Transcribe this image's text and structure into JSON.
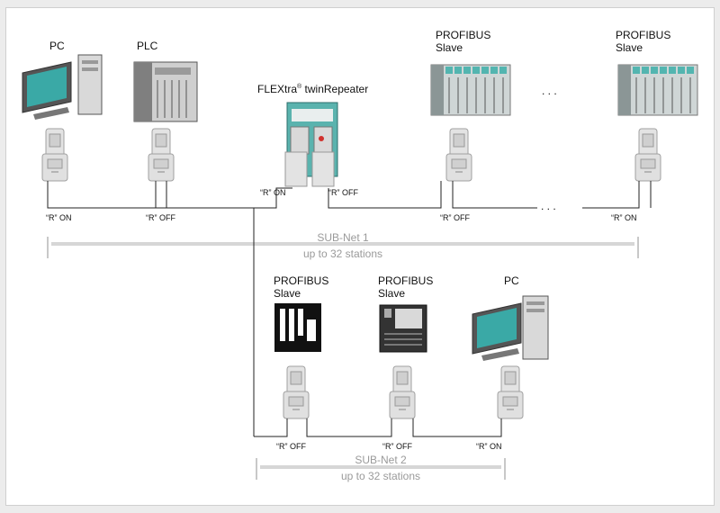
{
  "title_repeater": "FLEXtra",
  "title_repeater_reg": "®",
  "title_repeater_rest": " twinRepeater",
  "devices": {
    "pc_top": "PC",
    "plc": "PLC",
    "slave_top1_line1": "PROFIBUS",
    "slave_top1_line2": "Slave",
    "slave_top2_line1": "PROFIBUS",
    "slave_top2_line2": "Slave",
    "slave_bot1_line1": "PROFIBUS",
    "slave_bot1_line2": "Slave",
    "slave_bot2_line1": "PROFIBUS",
    "slave_bot2_line2": "Slave",
    "pc_bottom": "PC"
  },
  "ellipsis": ". . .",
  "r_labels": {
    "pc_top": "“R” ON",
    "plc": "“R” OFF",
    "rep_left": "“R” ON",
    "rep_right": "“R” OFF",
    "slave_top1": "“R” OFF",
    "slave_top2": "“R” ON",
    "slave_bot1": "“R” OFF",
    "slave_bot2": "“R” OFF",
    "pc_bottom": "“R” ON"
  },
  "subnets": {
    "net1_title": "SUB-Net 1",
    "net1_sub": "up to 32 stations",
    "net2_title": "SUB-Net 2",
    "net2_sub": "up to 32 stations"
  },
  "colors": {
    "accent_teal": "#3aa9a6",
    "bus_line": "#222222",
    "subnet_bar": "#d6d6d6"
  }
}
